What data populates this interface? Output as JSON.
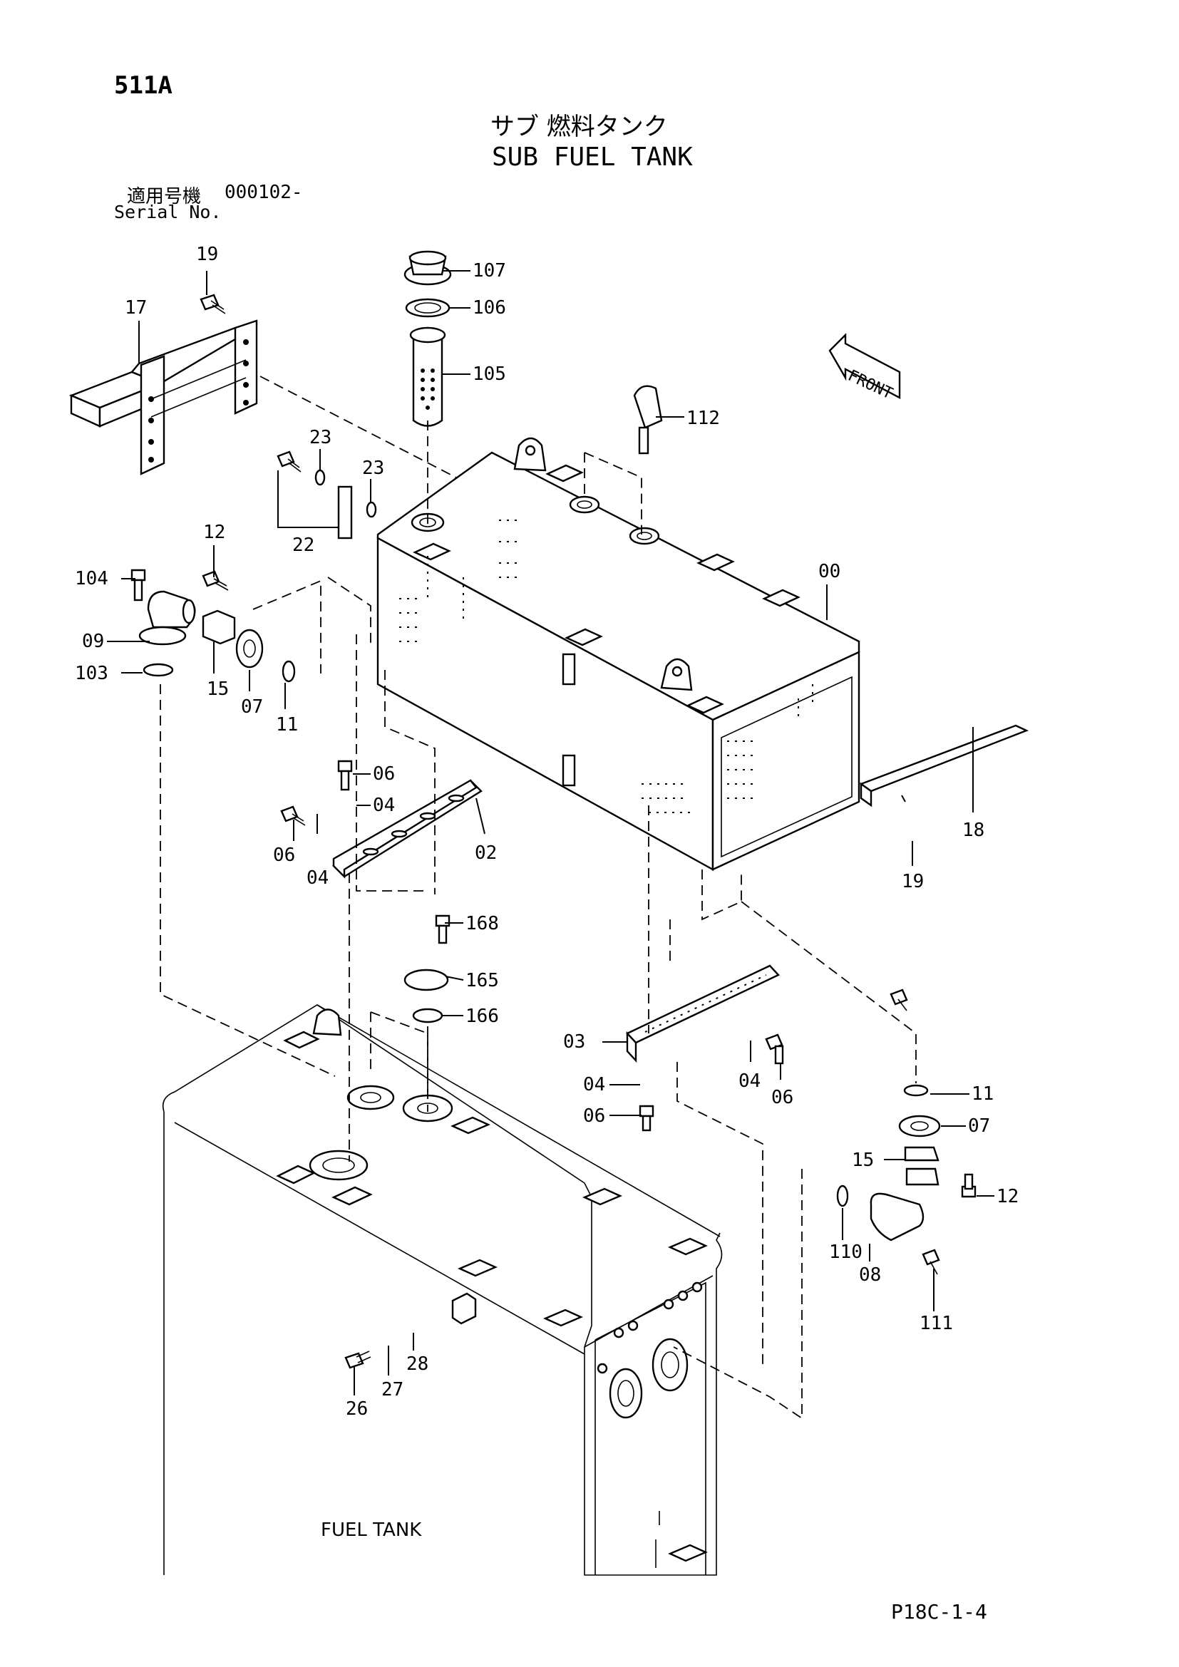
{
  "header": {
    "page_code": "511A",
    "title_jp": "サブ 燃料タンク",
    "title_en": "SUB FUEL TANK",
    "serial_label_jp": "適用号機",
    "serial_value": "000102-",
    "serial_label_en": "Serial No."
  },
  "drawing": {
    "direction_label": "FRONT",
    "main_tank_label": "FUEL TANK",
    "callouts": {
      "p00": "00",
      "p02": "02",
      "p03": "03",
      "p04a": "04",
      "p04b": "04",
      "p04c": "04",
      "p04d": "04",
      "p06a": "06",
      "p06b": "06",
      "p06c": "06",
      "p06d": "06",
      "p07a": "07",
      "p07b": "07",
      "p08": "08",
      "p09": "09",
      "p11a": "11",
      "p11b": "11",
      "p12a": "12",
      "p12b": "12",
      "p15a": "15",
      "p15b": "15",
      "p17": "17",
      "p18": "18",
      "p19a": "19",
      "p19b": "19",
      "p22": "22",
      "p23a": "23",
      "p23b": "23",
      "p26": "26",
      "p27": "27",
      "p28": "28",
      "p103": "103",
      "p104": "104",
      "p105": "105",
      "p106": "106",
      "p107": "107",
      "p110": "110",
      "p111": "111",
      "p112": "112",
      "p165": "165",
      "p166": "166",
      "p168": "168"
    }
  },
  "footer": {
    "drawing_code": "P18C-1-4"
  }
}
